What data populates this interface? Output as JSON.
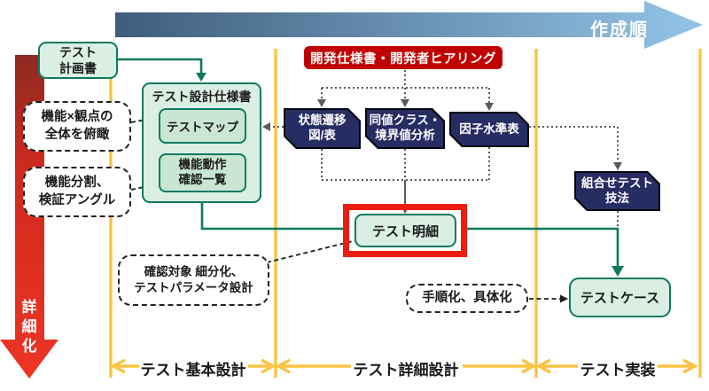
{
  "top_arrow": {
    "label": "作成順"
  },
  "left_arrow": {
    "label": "詳\n細\n化"
  },
  "boxes": {
    "test_plan": "テスト\n計画書",
    "design_spec_title": "テスト設計仕様書",
    "test_map": "テストマップ",
    "func_check": "機能動作\n確認一覧",
    "dev_spec": "開発仕様書・開発者ヒアリング",
    "state_transition": "状態遷移\n図/表",
    "equivalence": "同値クラス・\n境界値分析",
    "factor_table": "因子水準表",
    "combination": "組合せテスト\n技法",
    "test_detail": "テスト明細",
    "test_case": "テストケース"
  },
  "callouts": {
    "overview": "機能×観点の\n全体を俯瞰",
    "split": "機能分割、\n検証アングル",
    "refine": "確認対象 細分化、\nテストパラメータ設計",
    "procedure": "手順化、具体化"
  },
  "phases": [
    "テスト基本設計",
    "テスト詳細設計",
    "テスト実装"
  ],
  "colors": {
    "teal": "#0d7a5f",
    "green_fill": "#daeee3",
    "green_inner_fill": "#c9e6d3",
    "navy": "#262d63",
    "red_label": "#c00000",
    "red_highlight": "#ec1c10",
    "yellow": "#fbc342",
    "blue_arrow_start": "#3f5d7c",
    "blue_arrow_end": "#93c4e8",
    "red_arrow": "#e03024"
  }
}
